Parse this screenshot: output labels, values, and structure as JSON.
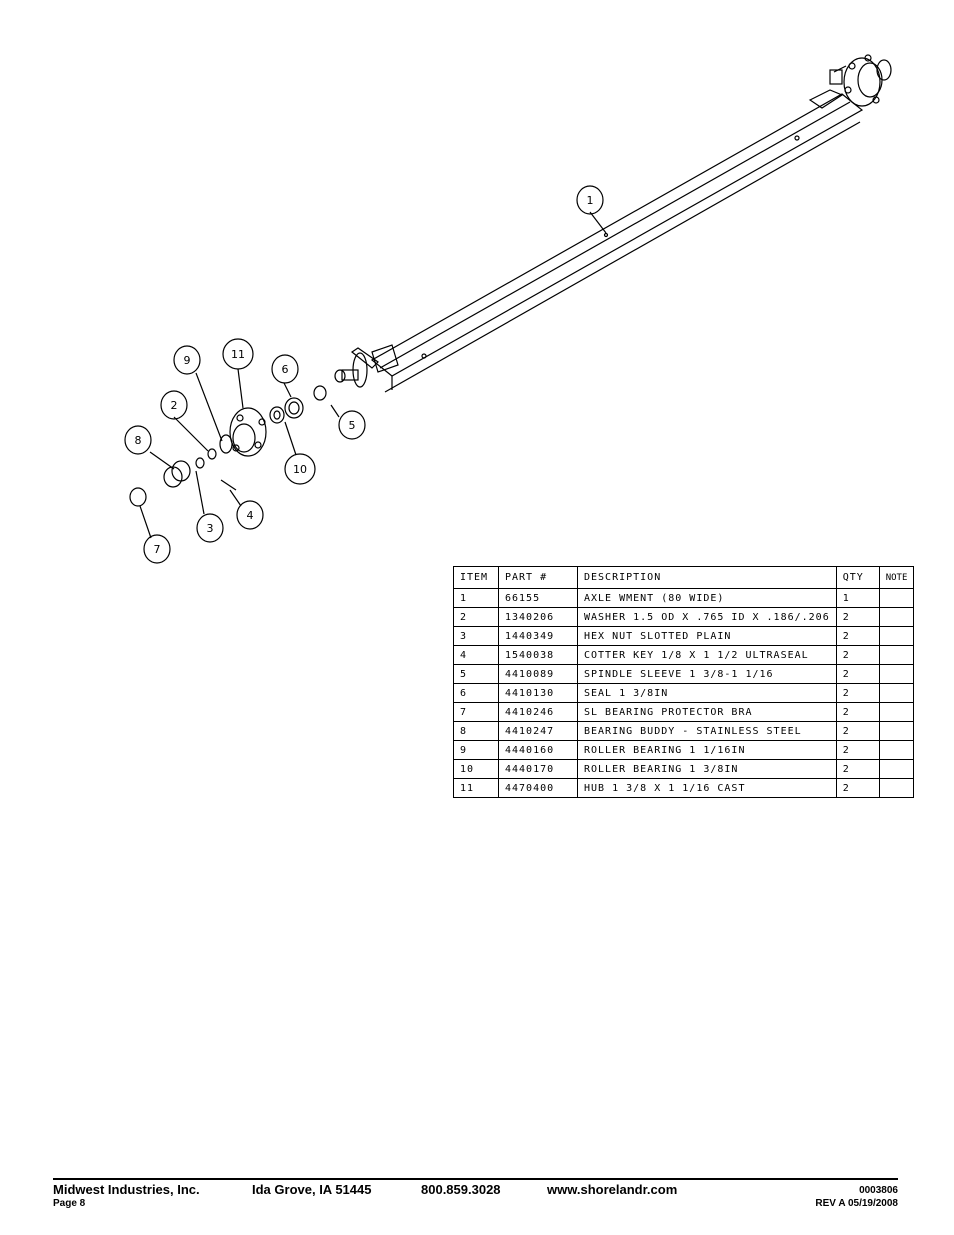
{
  "callouts": [
    "1",
    "2",
    "3",
    "4",
    "5",
    "6",
    "7",
    "8",
    "9",
    "11",
    "10"
  ],
  "table": {
    "headers": {
      "item": "ITEM",
      "part": "PART #",
      "description": "DESCRIPTION",
      "qty": "QTY",
      "note": "NOTE"
    },
    "rows": [
      {
        "item": "1",
        "part": "66155",
        "description": "AXLE WMENT (80 WIDE)",
        "qty": "1",
        "note": ""
      },
      {
        "item": "2",
        "part": "1340206",
        "description": "WASHER 1.5 OD X .765 ID X .186/.206",
        "qty": "2",
        "note": ""
      },
      {
        "item": "3",
        "part": "1440349",
        "description": "HEX NUT SLOTTED PLAIN",
        "qty": "2",
        "note": ""
      },
      {
        "item": "4",
        "part": "1540038",
        "description": "COTTER KEY 1/8 X 1 1/2 ULTRASEAL",
        "qty": "2",
        "note": ""
      },
      {
        "item": "5",
        "part": "4410089",
        "description": "SPINDLE SLEEVE  1 3/8-1 1/16",
        "qty": "2",
        "note": ""
      },
      {
        "item": "6",
        "part": "4410130",
        "description": "SEAL  1 3/8IN",
        "qty": "2",
        "note": ""
      },
      {
        "item": "7",
        "part": "4410246",
        "description": "SL BEARING PROTECTOR BRA",
        "qty": "2",
        "note": ""
      },
      {
        "item": "8",
        "part": "4410247",
        "description": "BEARING BUDDY - STAINLESS STEEL",
        "qty": "2",
        "note": ""
      },
      {
        "item": "9",
        "part": "4440160",
        "description": "ROLLER BEARING   1 1/16IN",
        "qty": "2",
        "note": ""
      },
      {
        "item": "10",
        "part": "4440170",
        "description": "ROLLER BEARING   1 3/8IN",
        "qty": "2",
        "note": ""
      },
      {
        "item": "11",
        "part": "4470400",
        "description": "HUB  1 3/8 X 1 1/16 CAST",
        "qty": "2",
        "note": ""
      }
    ]
  },
  "footer": {
    "company": "Midwest Industries, Inc.",
    "location": "Ida Grove, IA  51445",
    "phone": "800.859.3028",
    "website": "www.shorelandr.com",
    "page": "Page 8",
    "doc_number": "0003806",
    "revision": "REV A  05/19/2008"
  }
}
